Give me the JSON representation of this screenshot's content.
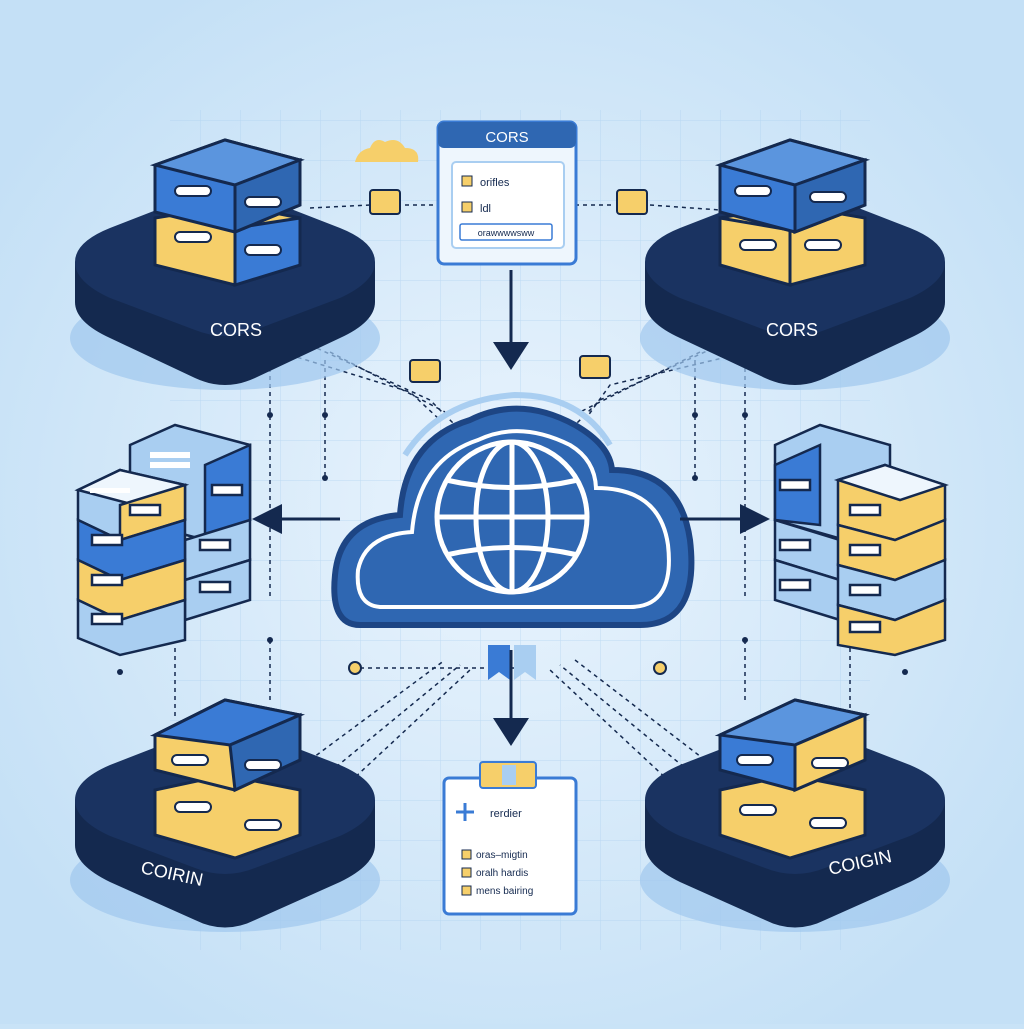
{
  "diagram": {
    "top_panel": {
      "title": "CORS",
      "rows": [
        "orifles",
        "ldl"
      ],
      "field": "orawwwwsww"
    },
    "bottom_panel": {
      "header": "rerdier",
      "rows": [
        "oras–migtin",
        "oralh hardis",
        "mens bairing"
      ]
    },
    "nodes": {
      "top_left": "CORS",
      "top_right": "CORS",
      "bottom_left": "COIRIN",
      "bottom_right": "COIGIN"
    }
  },
  "colors": {
    "background": "#c9e3f7",
    "navy": "#14294f",
    "blue": "#3a7bd5",
    "yellow": "#f6cf6a",
    "light_blue": "#a9cef1"
  },
  "icons": [
    "cloud-icon",
    "globe-icon",
    "server-stack-icon",
    "database-block-icon",
    "arrow-icon",
    "plus-icon",
    "padlock-icon",
    "ribbon-icon"
  ]
}
